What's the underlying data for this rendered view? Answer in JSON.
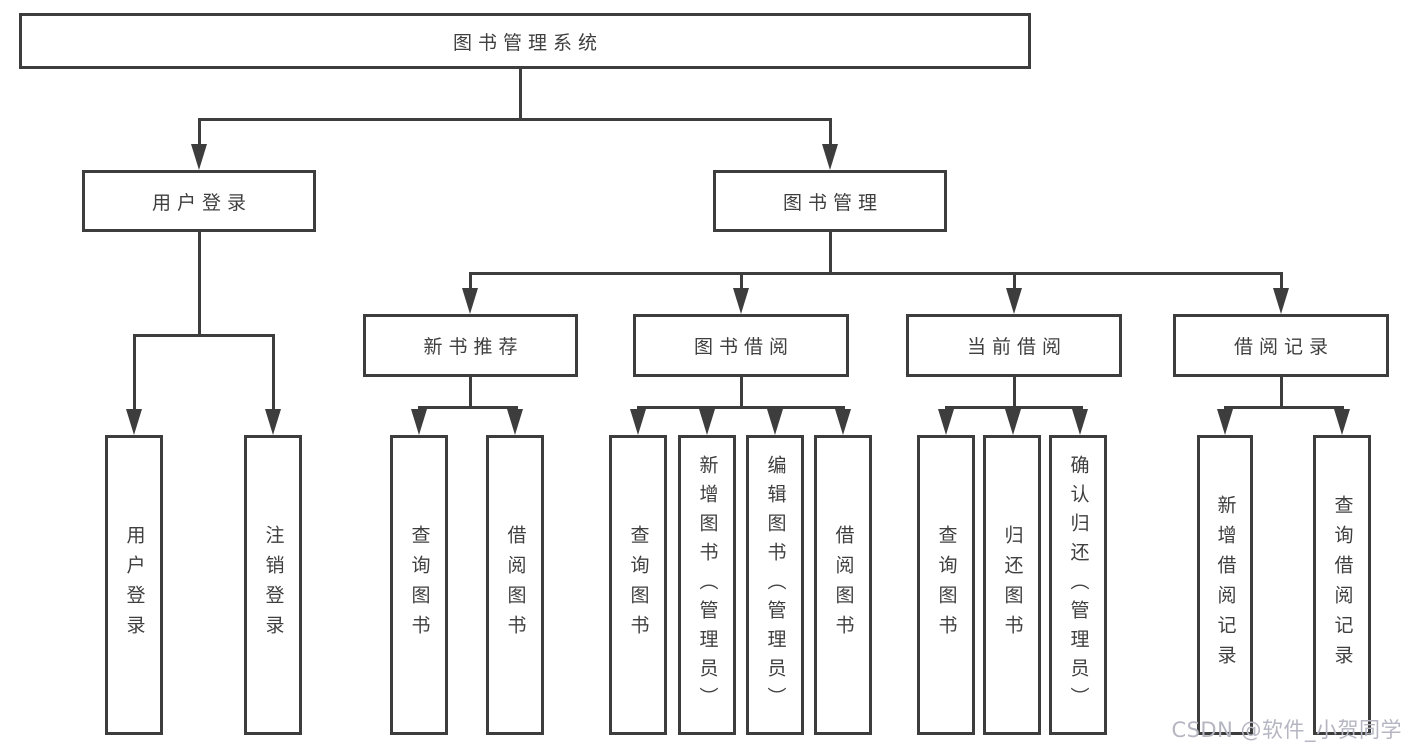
{
  "diagram": {
    "type": "hierarchy-tree",
    "title": "图书管理系统",
    "watermark": "CSDN @软件_小贺同学",
    "colors": {
      "line": "#3d3d3d",
      "text": "#3f3f3f",
      "watermark": "#b6b6c2",
      "background": "#ffffff"
    },
    "nodes": {
      "root": "图书管理系统",
      "user_login": "用户登录",
      "book_mgmt": "图书管理",
      "new_book_rec": "新书推荐",
      "book_borrow": "图书借阅",
      "current_borrow": "当前借阅",
      "borrow_record": "借阅记录",
      "leaf_user_login": "用户登录",
      "leaf_logout": "注销登录",
      "leaf_query_book_1": "查询图书",
      "leaf_borrow_book_1": "借阅图书",
      "leaf_query_book_2": "查询图书",
      "leaf_add_book": "新增图书（管理员）",
      "leaf_edit_book": "编辑图书（管理员）",
      "leaf_borrow_book_2": "借阅图书",
      "leaf_query_book_3": "查询图书",
      "leaf_return_book": "归还图书",
      "leaf_confirm_return": "确认归还（管理员）",
      "leaf_add_record": "新增借阅记录",
      "leaf_query_record": "查询借阅记录"
    },
    "edges": [
      [
        "root",
        "user_login"
      ],
      [
        "root",
        "book_mgmt"
      ],
      [
        "user_login",
        "leaf_user_login"
      ],
      [
        "user_login",
        "leaf_logout"
      ],
      [
        "book_mgmt",
        "new_book_rec"
      ],
      [
        "book_mgmt",
        "book_borrow"
      ],
      [
        "book_mgmt",
        "current_borrow"
      ],
      [
        "book_mgmt",
        "borrow_record"
      ],
      [
        "new_book_rec",
        "leaf_query_book_1"
      ],
      [
        "new_book_rec",
        "leaf_borrow_book_1"
      ],
      [
        "book_borrow",
        "leaf_query_book_2"
      ],
      [
        "book_borrow",
        "leaf_add_book"
      ],
      [
        "book_borrow",
        "leaf_edit_book"
      ],
      [
        "book_borrow",
        "leaf_borrow_book_2"
      ],
      [
        "current_borrow",
        "leaf_query_book_3"
      ],
      [
        "current_borrow",
        "leaf_return_book"
      ],
      [
        "current_borrow",
        "leaf_confirm_return"
      ],
      [
        "borrow_record",
        "leaf_add_record"
      ],
      [
        "borrow_record",
        "leaf_query_record"
      ]
    ]
  }
}
